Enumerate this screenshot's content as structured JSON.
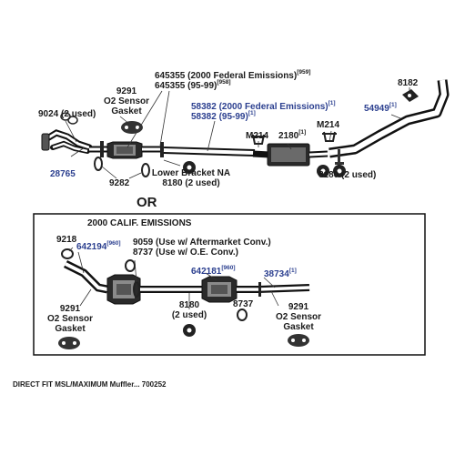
{
  "upper_section": {
    "parts": {
      "p9291": {
        "line1": "9291",
        "line2": "O2 Sensor",
        "line3": "Gasket"
      },
      "p9024": "9024 (2 used)",
      "p28765": "28765",
      "p9282": "9282",
      "p645355a": {
        "text": "645355 (2000 Federal Emissions)",
        "ref": "[959]"
      },
      "p645355b": {
        "text": "645355 (95-99)",
        "ref": "[958]"
      },
      "p58382a": {
        "text": "58382 (2000 Federal Emissions)",
        "ref": "[1]"
      },
      "p58382b": {
        "text": "58382 (95-99)",
        "ref": "[1]"
      },
      "lower_bracket": {
        "line1": "Lower Bracket NA",
        "line2": "8180 (2 used)"
      },
      "m214_left": "M214",
      "p2180": {
        "text": "2180",
        "ref": "[1]"
      },
      "m214_right": "M214",
      "p8182": "8182",
      "p54949": {
        "text": "54949",
        "ref": "[1]"
      },
      "p8180_right": "8180 (2 used)"
    }
  },
  "or_label": "OR",
  "calif_section": {
    "title": "2000 CALIF. EMISSIONS",
    "parts": {
      "p9218": "9218",
      "p642194": {
        "text": "642194",
        "ref": "[960]"
      },
      "p9059": "9059 (Use w/ Aftermarket Conv.)",
      "p8737_note": "8737 (Use w/ O.E. Conv.)",
      "p642181": {
        "text": "642181",
        "ref": "[960]"
      },
      "p38734": {
        "text": "38734",
        "ref": "[1]"
      },
      "p8180": {
        "line1": "8180",
        "line2": "(2 used)"
      },
      "p8737": "8737",
      "p9291_left": {
        "line1": "9291",
        "line2": "O2 Sensor",
        "line3": "Gasket"
      },
      "p9291_right": {
        "line1": "9291",
        "line2": "O2 Sensor",
        "line3": "Gasket"
      }
    }
  },
  "footer": "DIRECT FIT MSL/MAXIMUM Muffler... 700252"
}
